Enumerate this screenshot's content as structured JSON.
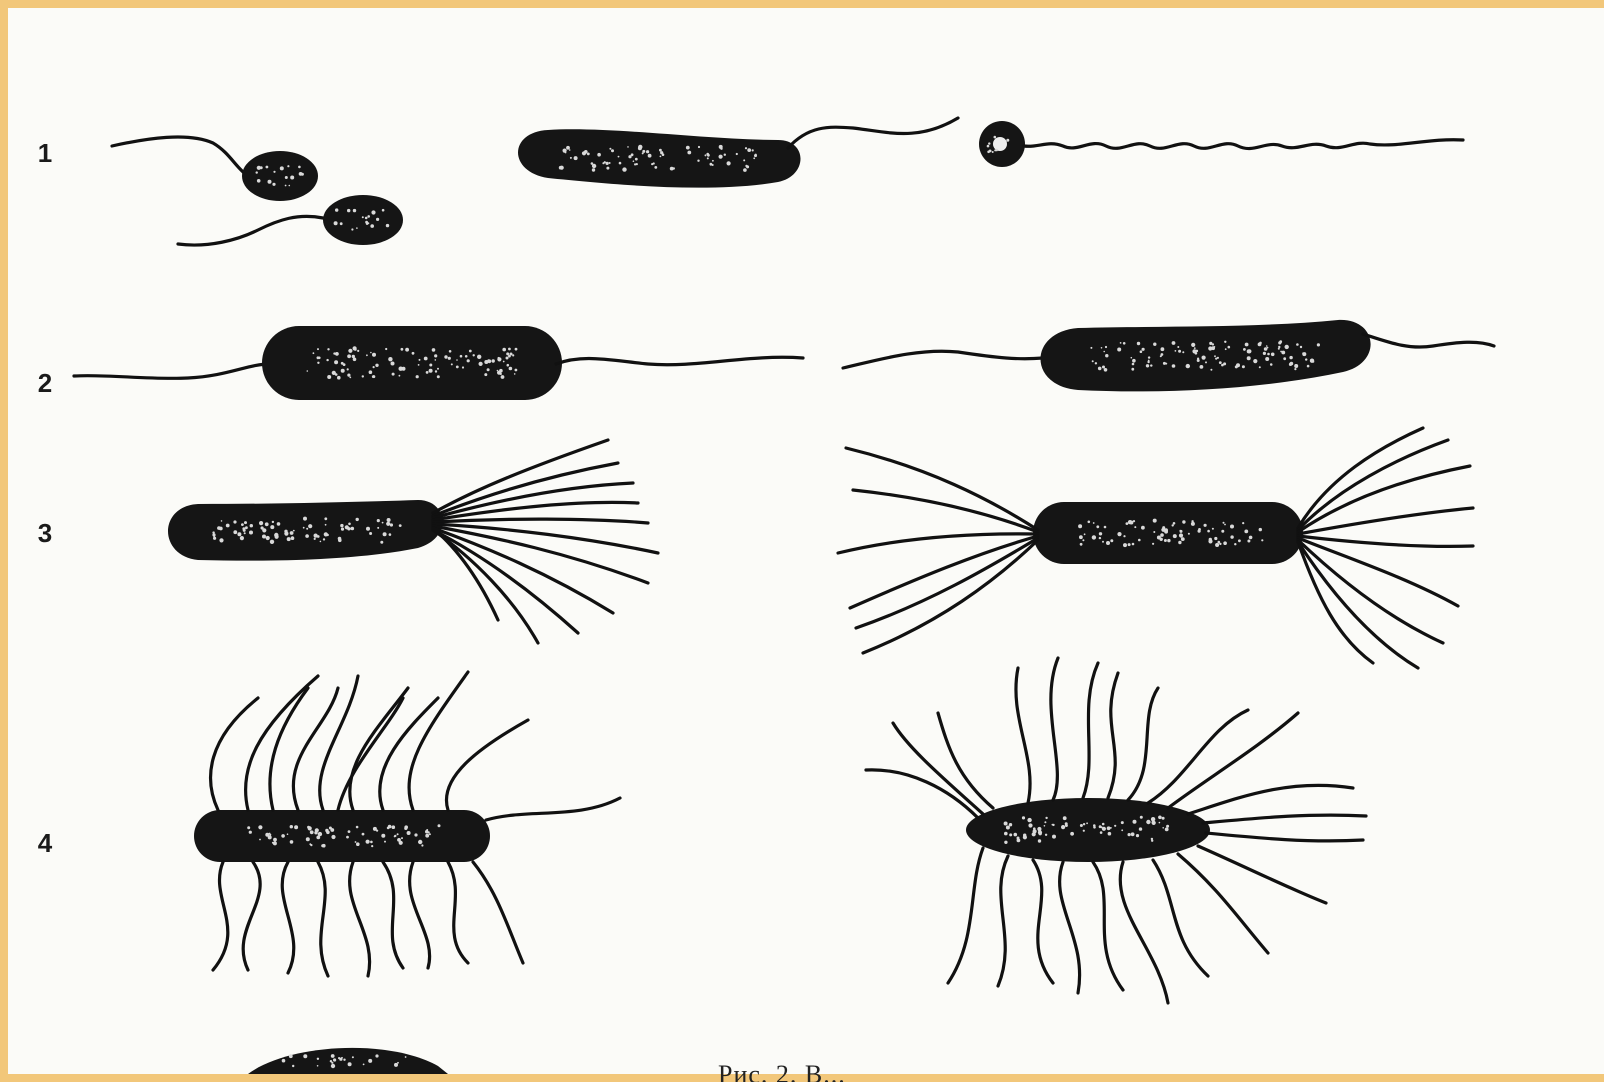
{
  "figure": {
    "row_labels": [
      "1",
      "2",
      "3",
      "4"
    ],
    "caption_fragment": "Рис. 2. В..."
  },
  "colors": {
    "frame": "#f2c77a",
    "paper": "#fbfbf8",
    "ink": "#151515"
  },
  "panels": [
    {
      "row": "1",
      "items": [
        "monotrichous-pair",
        "monotrichous-rod",
        "monotrichous-coccus"
      ]
    },
    {
      "row": "2",
      "items": [
        "amphitrichous-rod-a",
        "amphitrichous-rod-b"
      ]
    },
    {
      "row": "3",
      "items": [
        "lophotrichous-rod",
        "amphilophotrichous-rod"
      ]
    },
    {
      "row": "4",
      "items": [
        "peritrichous-rod-a",
        "peritrichous-rod-b"
      ]
    }
  ]
}
